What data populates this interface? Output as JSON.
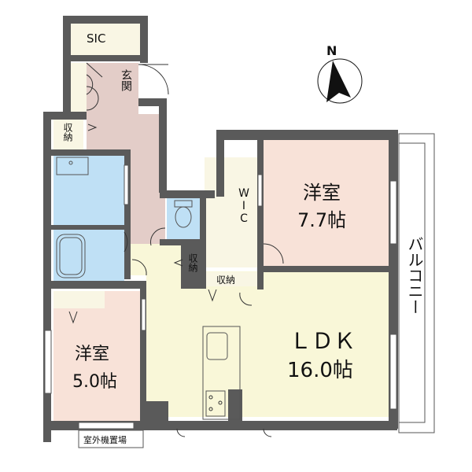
{
  "compass": {
    "label": "N"
  },
  "rooms": {
    "sic": {
      "label": "SIC"
    },
    "genkan": {
      "label": "玄関"
    },
    "storage_entry": {
      "label": "収納"
    },
    "storage_center": {
      "label": "収納"
    },
    "storage_wide": {
      "label": "収納"
    },
    "wic": {
      "label": "WIC"
    },
    "bedroom1": {
      "name": "洋室",
      "size": "7.7帖"
    },
    "bedroom2": {
      "name": "洋室",
      "size": "5.0帖"
    },
    "ldk": {
      "name": "ＬＤＫ",
      "size": "16.0帖"
    },
    "balcony": {
      "label": "バルコニー"
    },
    "outdoor_unit": {
      "label": "室外機置場"
    }
  },
  "colors": {
    "wall": "#5a5a5a",
    "entry": "#e3cdc8",
    "wet": "#bfe0f5",
    "bedroom": "#f8e2d8",
    "ldk": "#f9f7d8",
    "storage": "#f9f6e4"
  }
}
